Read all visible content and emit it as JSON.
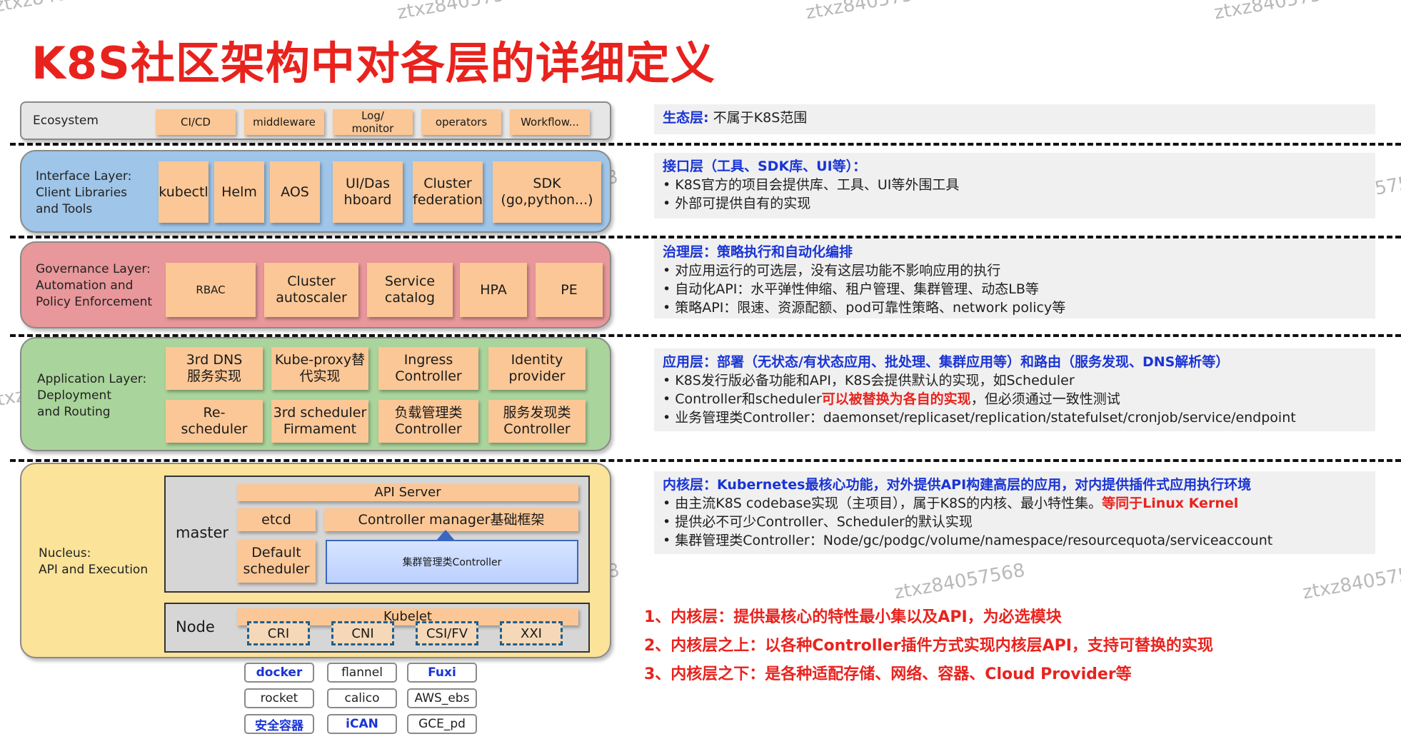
{
  "title": "K8S社区架构中对各层的详细定义",
  "watermark": "ztxz84057568",
  "ecosystem": {
    "label": "Ecosystem",
    "items": [
      "CI/CD",
      "middleware",
      "Log/\nmonitor",
      "operators",
      "Workflow..."
    ]
  },
  "interface": {
    "label": "Interface Layer:\nClient Libraries\nand Tools",
    "items": [
      "kubectl",
      "Helm",
      "AOS",
      "UI/Das\nhboard",
      "Cluster\nfederation",
      "SDK\n(go,python...)"
    ]
  },
  "governance": {
    "label": "Governance Layer:\nAutomation and\nPolicy Enforcement",
    "items": [
      "RBAC",
      "Cluster\nautoscaler",
      "Service\ncatalog",
      "HPA",
      "PE"
    ]
  },
  "application": {
    "label": "Application Layer:\nDeployment\nand Routing",
    "row1": [
      "3rd DNS\n服务实现",
      "Kube-proxy替\n代实现",
      "Ingress\nController",
      "Identity\nprovider"
    ],
    "row2": [
      "Re-\nscheduler",
      "3rd scheduler\nFirmament",
      "负载管理类\nController",
      "服务发现类\nController"
    ]
  },
  "nucleus": {
    "label": "Nucleus:\nAPI and Execution",
    "master": "master",
    "api_server": "API Server",
    "etcd": "etcd",
    "controller_manager": "Controller manager基础框架",
    "default_scheduler": "Default\nscheduler",
    "cluster_controller": "集群管理类Controller",
    "node": "Node",
    "kubelet": "Kubelet",
    "interfaces": [
      "CRI",
      "CNI",
      "CSI/FV",
      "XXI"
    ]
  },
  "plugins": [
    [
      "docker",
      "flannel",
      "Fuxi"
    ],
    [
      "rocket",
      "calico",
      "AWS_ebs"
    ],
    [
      "安全容器",
      "iCAN",
      "GCE_pd"
    ]
  ],
  "plugins_bold": [
    [
      "docker",
      "Fuxi"
    ],
    [],
    [
      "安全容器",
      "iCAN"
    ]
  ],
  "desc": {
    "eco_head": "生态层:",
    "eco_text": "不属于K8S范围",
    "if_head": "接口层（工具、SDK库、UI等）：",
    "if_items": [
      "K8S官方的项目会提供库、工具、UI等外围工具",
      "外部可提供自有的实现"
    ],
    "gov_head": "治理层：策略执行和自动化编排",
    "gov_items": [
      "对应用运行的可选层，没有这层功能不影响应用的执行",
      "自动化API：水平弹性伸缩、租户管理、集群管理、动态LB等",
      "策略API：限速、资源配额、pod可靠性策略、network policy等"
    ],
    "app_head": "应用层：部署（无状态/有状态应用、批处理、集群应用等）和路由（服务发现、DNS解析等）",
    "app_item1": "K8S发行版必备功能和API，K8S会提供默认的实现，如Scheduler",
    "app_item2_a": "Controller和scheduler",
    "app_item2_red": "可以被替换为各自的实现",
    "app_item2_b": "，但必须通过一致性测试",
    "app_item3": "业务管理类Controller：daemonset/replicaset/replication/statefulset/cronjob/service/endpoint",
    "nuc_head": "内核层：Kubernetes最核心功能，对外提供API构建高层的应用，对内提供插件式应用执行环境",
    "nuc_item1_a": "由主流K8S codebase实现（主项目），属于K8S的内核、最小特性集。",
    "nuc_item1_red": "等同于Linux Kernel",
    "nuc_item2": "提供必不可少Controller、Scheduler的默认实现",
    "nuc_item3": "集群管理类Controller：Node/gc/podgc/volume/namespace/resourcequota/serviceaccount"
  },
  "summary": [
    "1、内核层：提供最核心的特性最小集以及API，为必选模块",
    "2、内核层之上：以各种Controller插件方式实现内核层API，支持可替换的实现",
    "3、内核层之下：是各种适配存储、网络、容器、Cloud Provider等"
  ],
  "colors": {
    "title": "#e8231e",
    "box": "#fbc796",
    "eco": "#e6e6e6",
    "interface": "#9fc5e8",
    "governance": "#e8979a",
    "application": "#a9d49b",
    "nucleus": "#fbe39a",
    "head_blue": "#1a34d4"
  }
}
